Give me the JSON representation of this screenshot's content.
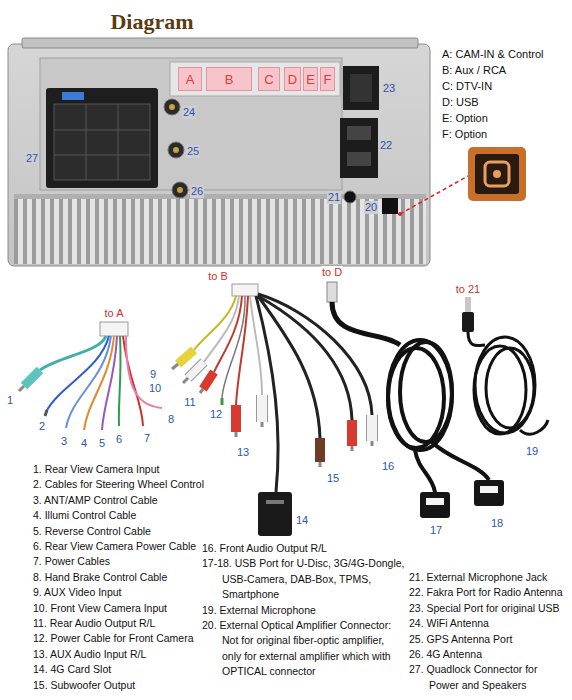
{
  "diagram": {
    "title": "Diagram",
    "nodes": [
      {
        "text": [
          "A"
        ]
      },
      {
        "text": [
          "B"
        ]
      },
      {
        "text": [
          "C"
        ]
      },
      {
        "text": [
          "D"
        ]
      },
      {
        "text": [
          "E"
        ]
      },
      {
        "text": [
          "F"
        ]
      }
    ],
    "labels": [
      "A: CAM-IN & Control",
      "B: Aux / RCA",
      "C: DTV-IN",
      "D: USB",
      "E: Option",
      "F: Option",
      "23",
      "24",
      "27",
      "22",
      "25",
      "26",
      "21",
      "20",
      "to B",
      "to D",
      "to A",
      "to 21",
      "1",
      "2",
      "3",
      "4",
      "5",
      "6",
      "7",
      "8",
      "9",
      "10",
      "11",
      "12",
      "13",
      "14",
      "15",
      "16",
      "17",
      "18",
      "19",
      "1. Rear View Camera Input",
      "2. Cables for Steering Wheel Control",
      "3. ANT/AMP Control Cable",
      "4. Illumi Control Cable",
      "5. Reverse Control Cable",
      "6. Rear View Camera Power Cable",
      "7. Power Cables",
      "8. Hand Brake Control Cable",
      "9. AUX Video Input",
      "10. Front View Camera Input",
      "11. Rear Audio Output R/L",
      "12. Power Cable for Front Camera",
      "13. AUX Audio Input R/L",
      "14. 4G Card Slot",
      "15. Subwoofer Output",
      "16. Front Audio Output R/L",
      "17-18. USB Port for U-Disc, 3G/4G-Dongle, USB-Camera, DAB-Box, TPMS, Smartphone",
      "19. External Microphone",
      "20. External Optical Amplifier Connector: Not for original fiber-optic amplifier, only for external amplifier which with OPTICAL connector",
      "21. External Microphone Jack",
      "22. Fakra Port for Radio Antenna",
      "23. Special Port for original USB",
      "24. WiFi Antenna",
      "25. GPS Antenna Port",
      "26. 4G Antenna",
      "27. Quadlock Connector for Power and Speakers"
    ]
  }
}
